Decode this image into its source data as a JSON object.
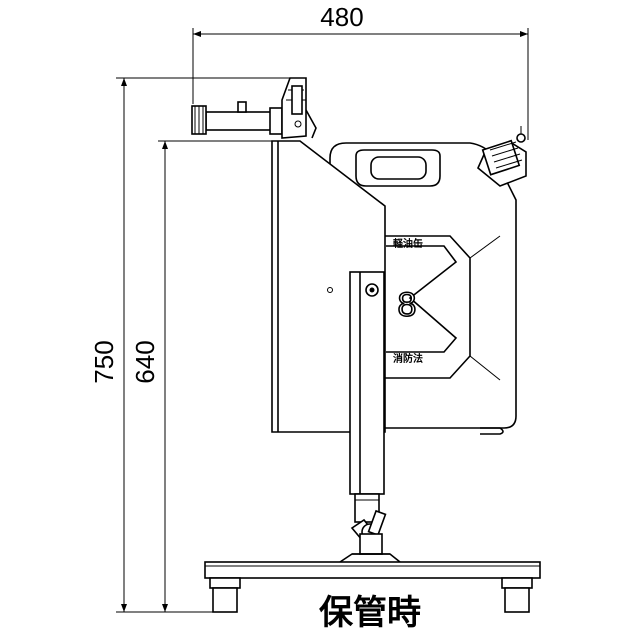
{
  "dimensions": {
    "width": "480",
    "height_total": "750",
    "height_stand": "640"
  },
  "caption": "保管時",
  "tank": {
    "number": "8",
    "label_top": "軽油缶",
    "label_bottom": "消防法"
  },
  "colors": {
    "line": "#000000",
    "background": "#ffffff"
  }
}
